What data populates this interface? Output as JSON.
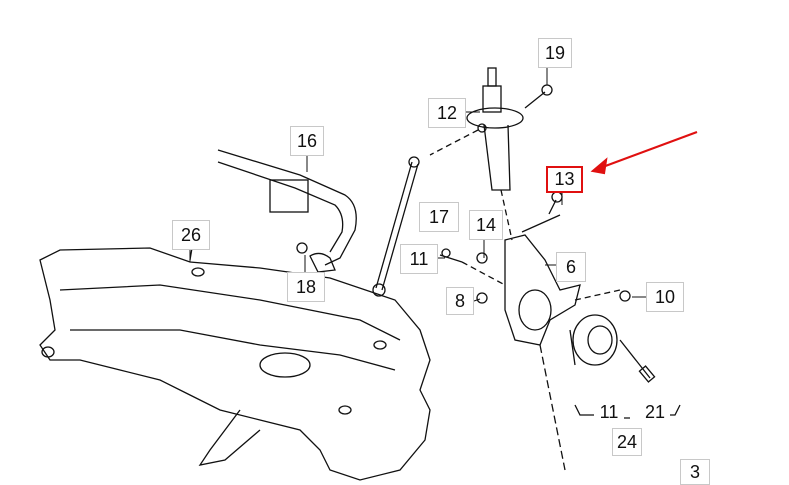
{
  "diagram": {
    "title": "Front suspension exploded parts diagram",
    "highlight_color": "#e01010",
    "labels": [
      {
        "id": "19",
        "text": "19"
      },
      {
        "id": "12",
        "text": "12"
      },
      {
        "id": "16",
        "text": "16"
      },
      {
        "id": "13",
        "text": "13",
        "highlighted": true
      },
      {
        "id": "17",
        "text": "17"
      },
      {
        "id": "14",
        "text": "14"
      },
      {
        "id": "26",
        "text": "26"
      },
      {
        "id": "11a",
        "text": "11"
      },
      {
        "id": "6",
        "text": "6"
      },
      {
        "id": "18",
        "text": "18"
      },
      {
        "id": "8",
        "text": "8"
      },
      {
        "id": "10",
        "text": "10"
      },
      {
        "id": "11b",
        "text": "11"
      },
      {
        "id": "21",
        "text": "21"
      },
      {
        "id": "24",
        "text": "24"
      },
      {
        "id": "3",
        "text": "3"
      }
    ]
  }
}
